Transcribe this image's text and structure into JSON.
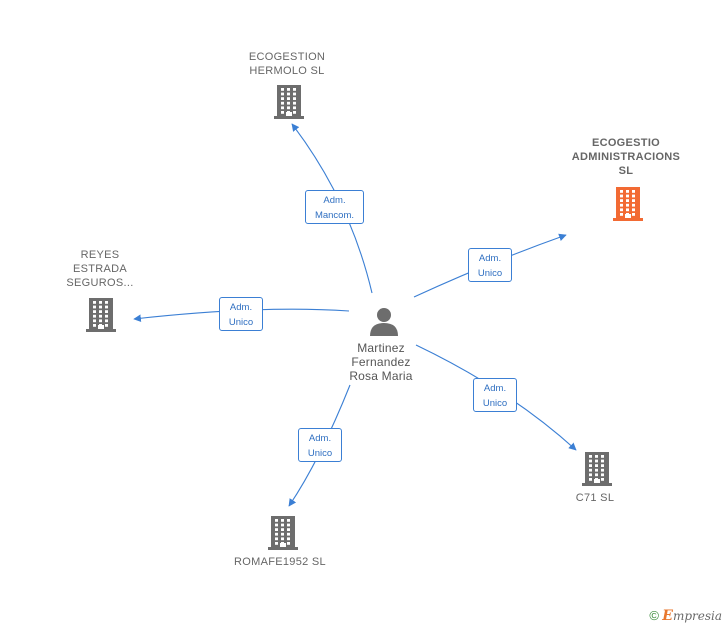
{
  "person": {
    "label": "Martinez\nFernandez\nRosa Maria"
  },
  "companies": [
    {
      "id": "ecogestion-hermolo",
      "label": "ECOGESTION\nHERMOLO SL",
      "color": "#6d6d6d",
      "highlight": false
    },
    {
      "id": "ecogestio-admin",
      "label": "ECOGESTIO\nADMINISTRACIONS\nSL",
      "color": "#f26a33",
      "highlight": true
    },
    {
      "id": "reyes-estrada",
      "label": "REYES\nESTRADA\nSEGUROS...",
      "color": "#6d6d6d",
      "highlight": false
    },
    {
      "id": "c71",
      "label": "C71 SL",
      "color": "#6d6d6d",
      "highlight": false
    },
    {
      "id": "romafe1952",
      "label": "ROMAFE1952 SL",
      "color": "#6d6d6d",
      "highlight": false
    }
  ],
  "edges": [
    {
      "to": "ecogestion-hermolo",
      "label": "Adm.\nMancom."
    },
    {
      "to": "ecogestio-admin",
      "label": "Adm.\nUnico"
    },
    {
      "to": "reyes-estrada",
      "label": "Adm.\nUnico"
    },
    {
      "to": "c71",
      "label": "Adm.\nUnico"
    },
    {
      "to": "romafe1952",
      "label": "Adm.\nUnico"
    }
  ],
  "colors": {
    "edge": "#3b7fd4",
    "person_icon": "#6d6d6d"
  },
  "footer": {
    "copyright": "©",
    "brand_first": "E",
    "brand_rest": "mpresia"
  }
}
